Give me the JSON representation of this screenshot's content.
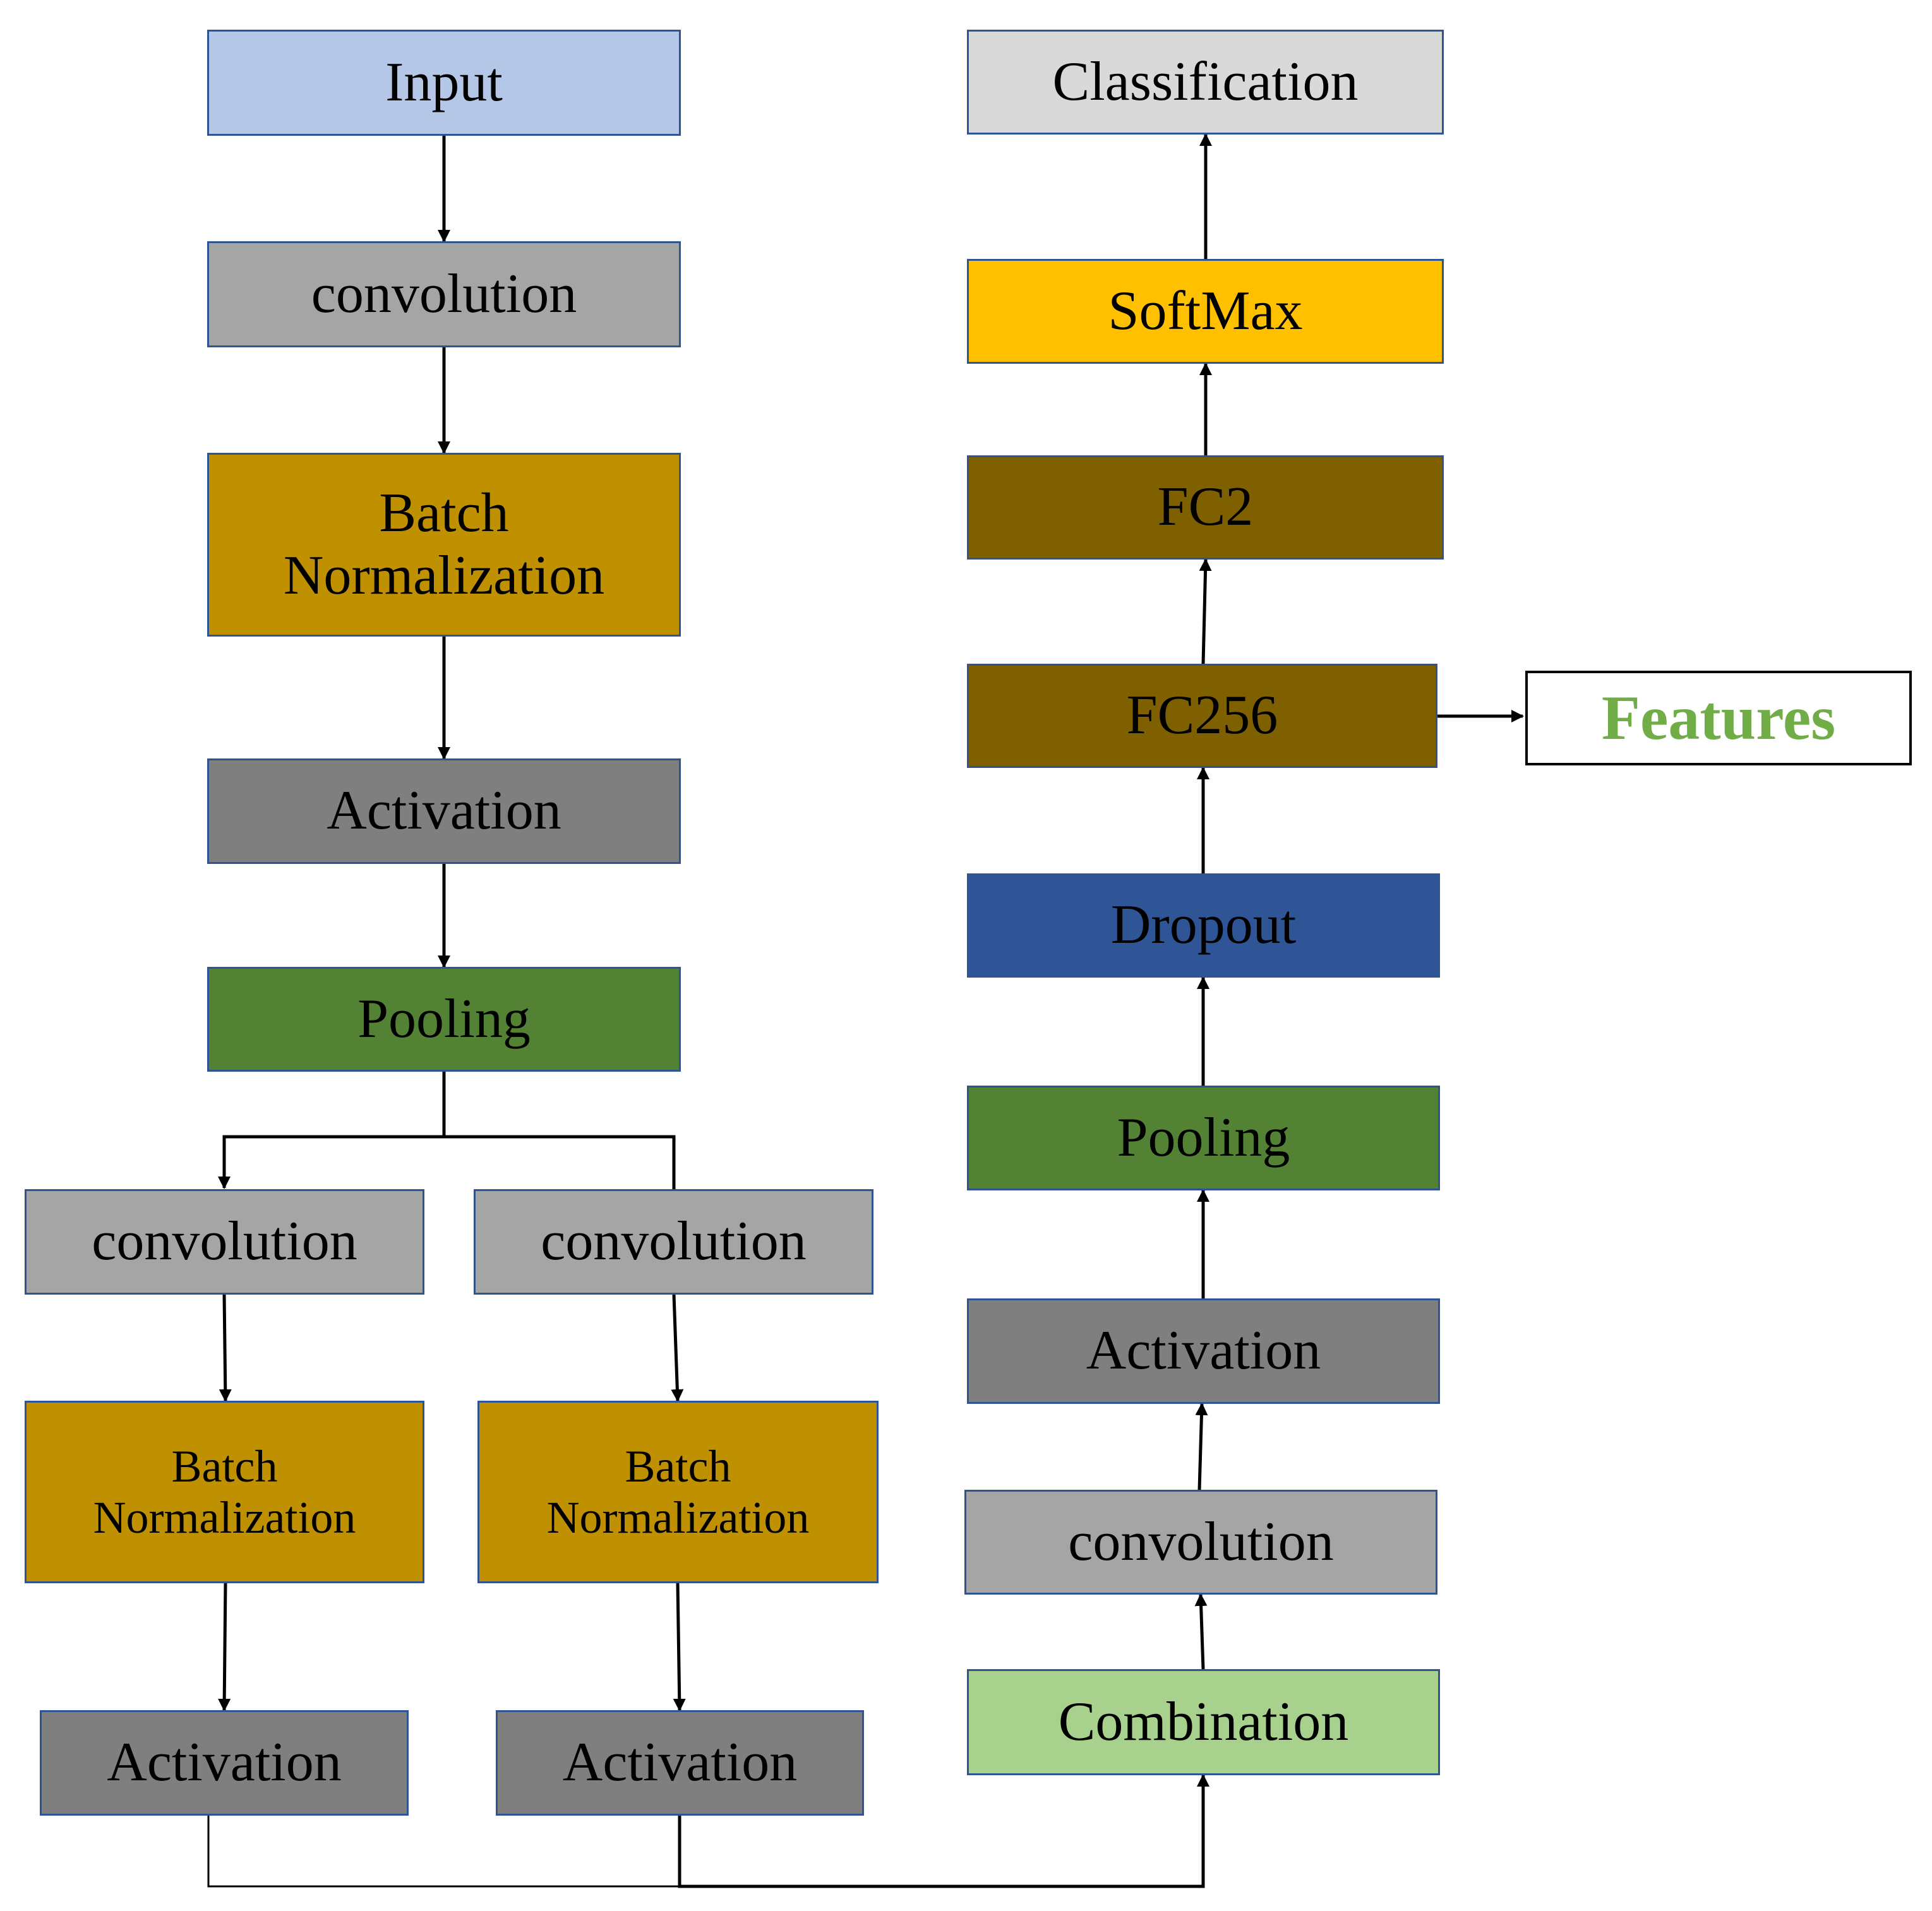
{
  "colors": {
    "input": "#b4c7e7",
    "convolution": "#a5a5a5",
    "batch_norm": "#bf9000",
    "activation": "#7f7f7f",
    "pooling": "#548235",
    "combination": "#a9d18e",
    "dropout": "#2f5597",
    "fc": "#7f6000",
    "softmax": "#ffc000",
    "classification": "#d9d9d9",
    "features_text": "#70ad47",
    "border": "#2f5496",
    "arrow": "#000000"
  },
  "nodes": {
    "input": {
      "label": "Input"
    },
    "conv1": {
      "label": "convolution"
    },
    "bn1": {
      "line1": "Batch",
      "line2": "Normalization"
    },
    "act1": {
      "label": "Activation"
    },
    "pool1": {
      "label": "Pooling"
    },
    "conv_left": {
      "label": "convolution"
    },
    "conv_right": {
      "label": "convolution"
    },
    "bn_left": {
      "line1": "Batch",
      "line2": "Normalization"
    },
    "bn_right": {
      "line1": "Batch",
      "line2": "Normalization"
    },
    "act_left": {
      "label": "Activation"
    },
    "act_right": {
      "label": "Activation"
    },
    "combination": {
      "label": "Combination"
    },
    "conv_final": {
      "label": "convolution"
    },
    "act_final": {
      "label": "Activation"
    },
    "pool_final": {
      "label": "Pooling"
    },
    "dropout": {
      "label": "Dropout"
    },
    "fc256": {
      "label": "FC256"
    },
    "fc2": {
      "label": "FC2"
    },
    "softmax": {
      "label": "SoftMax"
    },
    "classification": {
      "label": "Classification"
    },
    "features": {
      "label": "Features"
    }
  }
}
